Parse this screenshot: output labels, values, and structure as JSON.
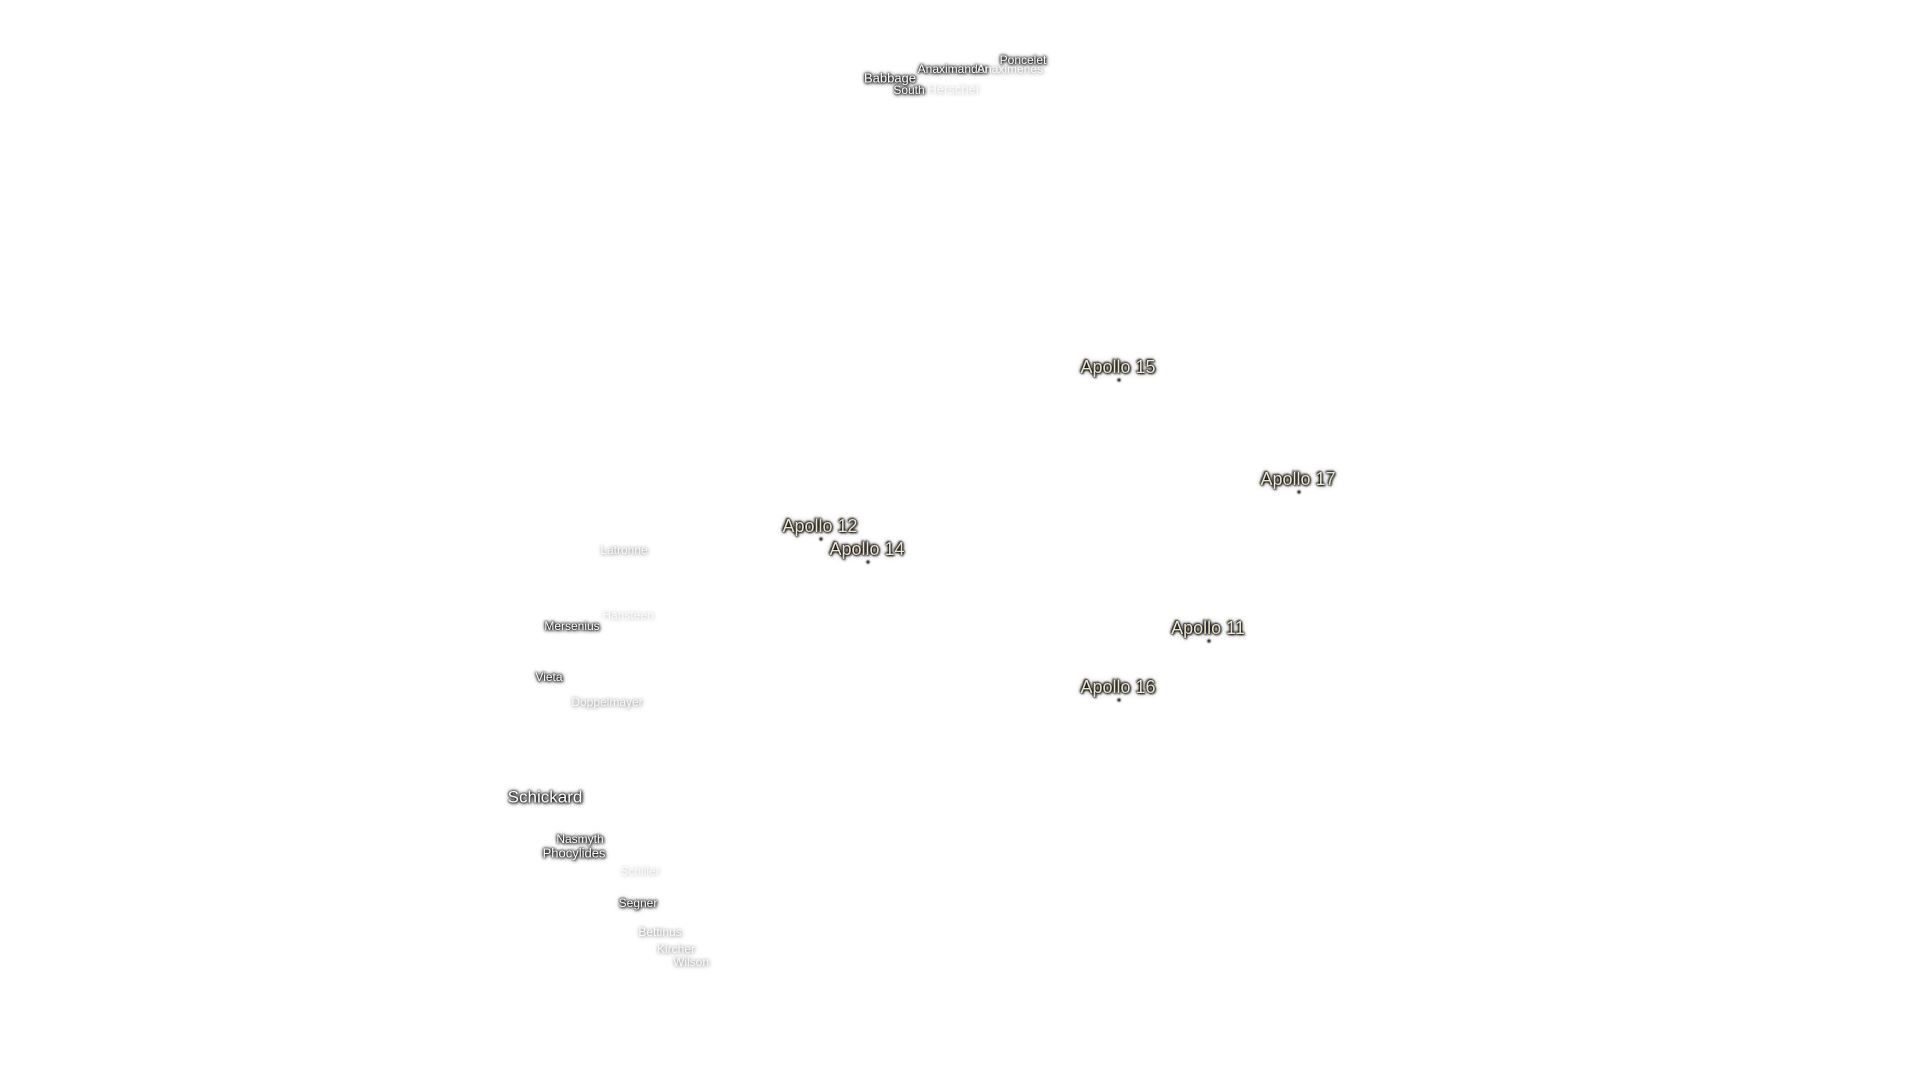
{
  "map": {
    "crater_labels": [
      "Poncelet",
      "Anaximander",
      "Anaximenes",
      "Babbage",
      "South",
      "Herschel",
      "Latronne",
      "Hansteen",
      "Mersenius",
      "Vieta",
      "Doppelmayer",
      "Schickard",
      "Nasmyth",
      "Phocylides",
      "Schiller",
      "Segner",
      "Bettinus",
      "Kircher",
      "Wilson"
    ],
    "apollo_sites": [
      "Apollo 15",
      "Apollo 17",
      "Apollo 12",
      "Apollo 14",
      "Apollo 11",
      "Apollo 16"
    ],
    "colors": {
      "background": "#ffffff",
      "apollo_label": "#ece4cc",
      "crater_label": "#ffffff"
    }
  }
}
